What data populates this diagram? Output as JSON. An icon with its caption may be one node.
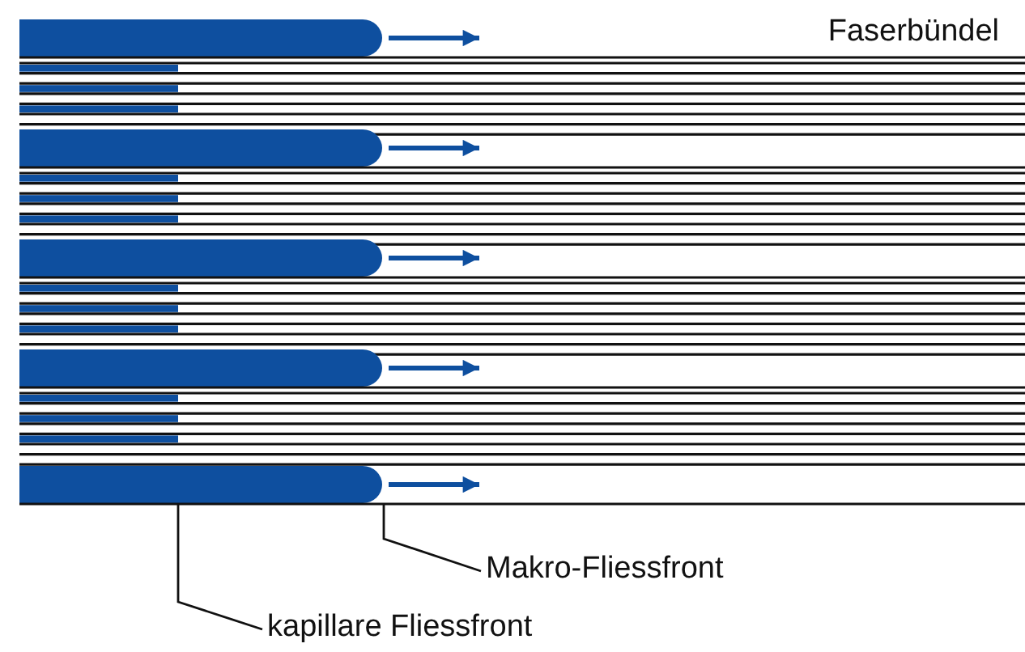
{
  "diagram": {
    "nodes": [
      {
        "text": [
          "Makro-Fliessfront"
        ]
      },
      {
        "text": [
          "kapillare Fliessfront"
        ]
      }
    ],
    "edges": [
      {
        "from": 0,
        "to": null,
        "arrow": "none"
      },
      {
        "from": 1,
        "to": null,
        "arrow": "none"
      }
    ],
    "labels": [
      "Faserbündel"
    ]
  }
}
